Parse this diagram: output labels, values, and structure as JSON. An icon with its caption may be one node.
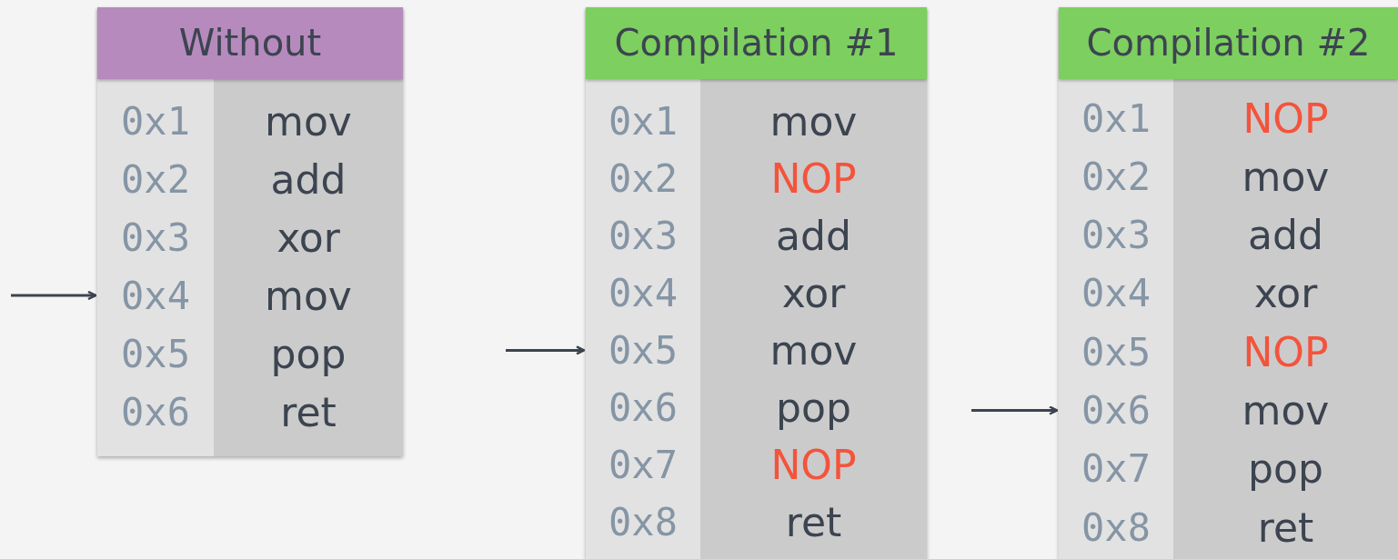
{
  "diagram": {
    "nodes": [
      {
        "text": [
          "Without"
        ]
      },
      {
        "text": [
          "0x1",
          "mov"
        ],
        "in": 0
      },
      {
        "text": [
          "0x2",
          "add"
        ],
        "in": 0
      },
      {
        "text": [
          "0x3",
          "xor"
        ],
        "in": 0
      },
      {
        "text": [
          "0x4",
          "mov"
        ],
        "in": 0
      },
      {
        "text": [
          "0x5",
          "pop"
        ],
        "in": 0
      },
      {
        "text": [
          "0x6",
          "ret"
        ],
        "in": 0
      },
      {
        "text": [
          "Compilation #1"
        ]
      },
      {
        "text": [
          "0x1",
          "mov"
        ],
        "in": 7
      },
      {
        "text": [
          "0x2",
          "**NOP**"
        ],
        "in": 7
      },
      {
        "text": [
          "0x3",
          "add"
        ],
        "in": 7
      },
      {
        "text": [
          "0x4",
          "xor"
        ],
        "in": 7
      },
      {
        "text": [
          "0x5",
          "mov"
        ],
        "in": 7
      },
      {
        "text": [
          "0x6",
          "pop"
        ],
        "in": 7
      },
      {
        "text": [
          "0x7",
          "**NOP**"
        ],
        "in": 7
      },
      {
        "text": [
          "0x8",
          "ret"
        ],
        "in": 7
      },
      {
        "text": [
          "Compilation #2"
        ]
      },
      {
        "text": [
          "0x1",
          "**NOP**"
        ],
        "in": 16
      },
      {
        "text": [
          "0x2",
          "mov"
        ],
        "in": 16
      },
      {
        "text": [
          "0x3",
          "add"
        ],
        "in": 16
      },
      {
        "text": [
          "0x4",
          "xor"
        ],
        "in": 16
      },
      {
        "text": [
          "0x5",
          "**NOP**"
        ],
        "in": 16
      },
      {
        "text": [
          "0x6",
          "mov"
        ],
        "in": 16
      },
      {
        "text": [
          "0x7",
          "pop"
        ],
        "in": 16
      },
      {
        "text": [
          "0x8",
          "ret"
        ],
        "in": 16
      }
    ],
    "edges": [
      {
        "from": null,
        "to": 4,
        "arrow": "to"
      },
      {
        "from": null,
        "to": 12,
        "arrow": "to"
      },
      {
        "from": null,
        "to": 22,
        "arrow": "to"
      }
    ]
  }
}
